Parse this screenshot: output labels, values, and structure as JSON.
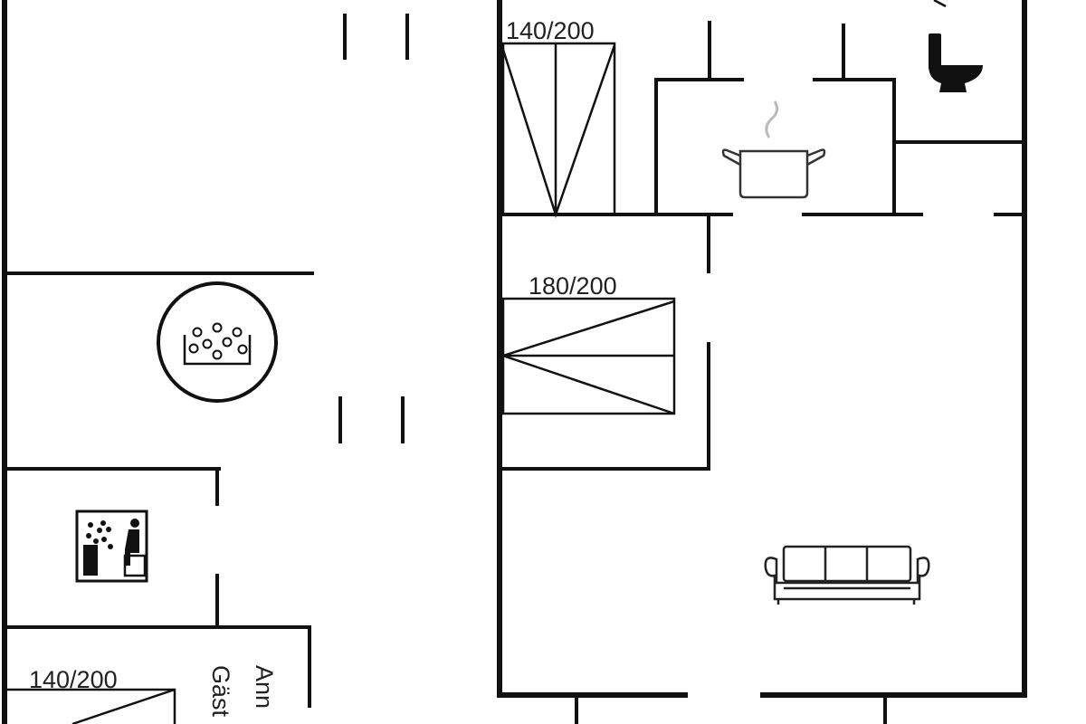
{
  "beds": {
    "bed_top_right": "140/200",
    "bed_middle_right": "180/200",
    "bed_bottom_left": "140/200"
  },
  "annex_label": {
    "line1": "Ann",
    "line2": "Gäst"
  },
  "icons": [
    "jacuzzi-icon",
    "sauna-icon",
    "cooking-pot-icon",
    "toilet-icon",
    "sofa-icon"
  ],
  "colors": {
    "wall": "#111111",
    "background": "#ffffff"
  }
}
